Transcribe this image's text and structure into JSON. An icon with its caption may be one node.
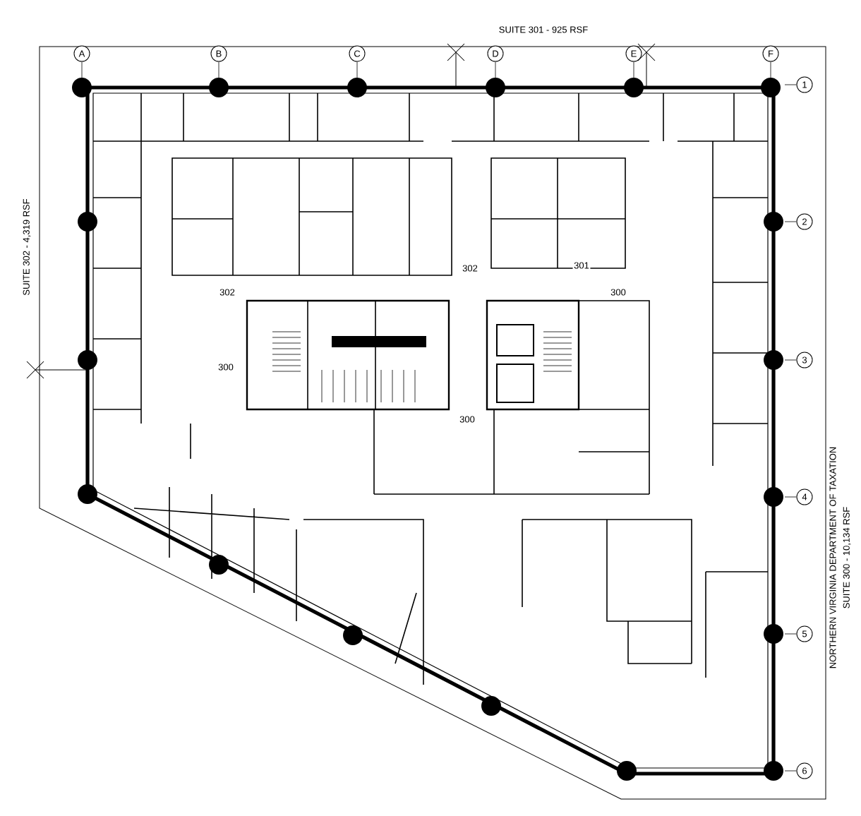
{
  "diagram": {
    "nodes": [
      {
        "text": [
          "A"
        ]
      },
      {
        "text": [
          "B"
        ]
      },
      {
        "text": [
          "C"
        ]
      },
      {
        "text": [
          "D"
        ]
      },
      {
        "text": [
          "E"
        ]
      },
      {
        "text": [
          "F"
        ]
      },
      {
        "text": [
          "1"
        ]
      },
      {
        "text": [
          "2"
        ]
      },
      {
        "text": [
          "3"
        ]
      },
      {
        "text": [
          "4"
        ]
      },
      {
        "text": [
          "5"
        ]
      },
      {
        "text": [
          "6"
        ]
      }
    ],
    "labels": [
      "SUITE 301 - 925 RSF",
      "SUITE 302 - 4,319 RSF",
      "NORTHERN VIRGINIA DEPARTMENT OF TAXATION",
      "SUITE 300 - 10,134 RSF",
      "302",
      "301",
      "302",
      "300",
      "300",
      "300"
    ]
  }
}
